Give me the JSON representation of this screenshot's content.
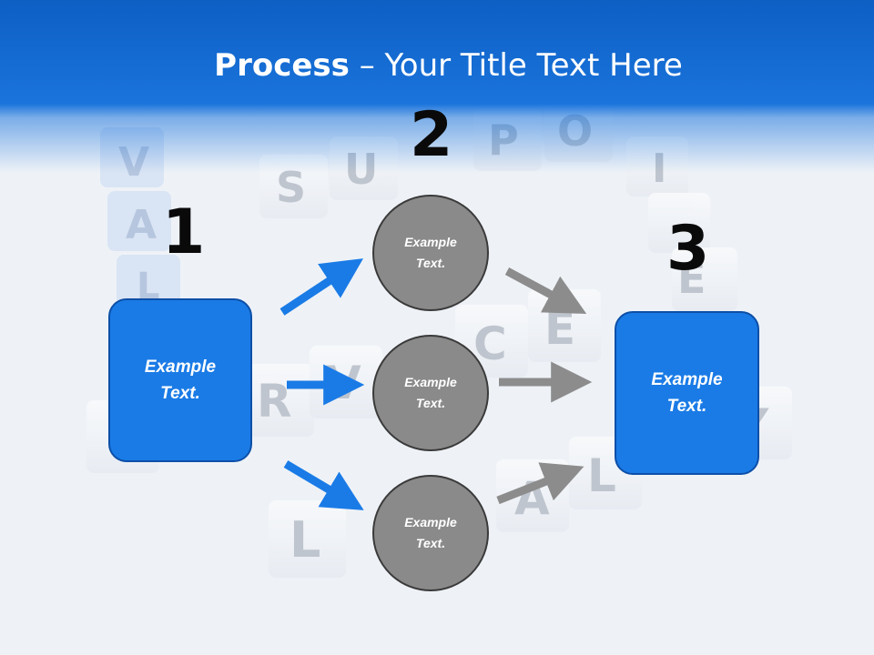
{
  "title": {
    "bold": "Process",
    "dash": " – ",
    "rest": "Your Title Text Here"
  },
  "numbers": [
    "1",
    "2",
    "3"
  ],
  "left_box": {
    "line1": "Example",
    "line2": "Text."
  },
  "right_box": {
    "line1": "Example",
    "line2": "Text."
  },
  "circles": [
    {
      "line1": "Example",
      "line2": "Text."
    },
    {
      "line1": "Example",
      "line2": "Text."
    },
    {
      "line1": "Example",
      "line2": "Text."
    }
  ],
  "background_words": [
    "VAL",
    "SUPPORT",
    "SERVICE",
    "LOYALTY"
  ],
  "colors": {
    "accent": "#1a7be6",
    "circle": "#8a8a8a",
    "arrow_blue": "#1a7be6",
    "arrow_gray": "#8c8c8c"
  }
}
